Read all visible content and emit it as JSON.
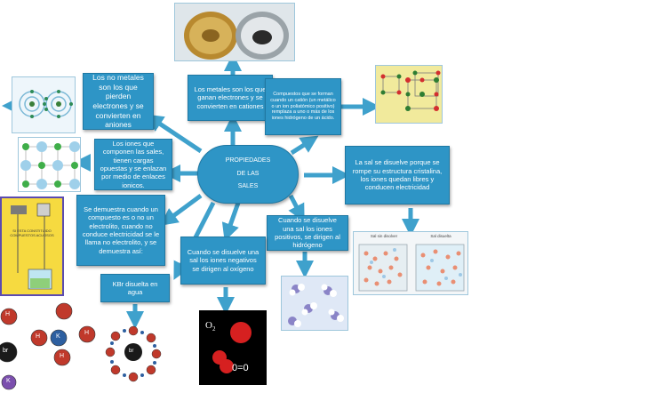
{
  "center": {
    "lines": [
      "PROPIEDADES",
      "DE LAS",
      "SALES"
    ]
  },
  "nodes": {
    "nonmetals": "Los no metales son los que pierden electrones y se convierten en aniones",
    "metals": "Los metales son los que ganan electrones y se convierten en cationes",
    "compounds": "Compuestos que se forman cuando un catión (un metálico o un ion poliatómico positivo) remplaza a uno o más de los iones hidrógeno de un ácido.",
    "ions": "Los iones que componen las sales, tienen cargas opuestas y se enlazan por medio de enlaces ionicos.",
    "dissolve": "La sal se disuelve porque se rompe su estructura cristalina, los iones quedan libres y conducen electricidad",
    "demonstrate": "Se demuestra cuando un compuesto es o no un electrolito, cuando no conduce electricidad se le llama no electrolito, y se demuestra así:",
    "positive_ions": "Cuando se disuelve una sal los iones positivos, se dirigen al hidrógeno",
    "negative_ions": "Cuando se disuelve una sal los iones negativos se dirigen al oxígeno",
    "kbr": "KBr disuelta en agua"
  },
  "images": {
    "beaker_left_label": "Sal sin disolver",
    "beaker_right_label": "Sal disuelta",
    "circuit_label": "SI ESTA CONSTITUIDO COMPUESTOS ACUOSOS",
    "oxygen_label": "0=0",
    "oxygen_formula": "O",
    "oxygen_subscript": "2",
    "kbr_labels": {
      "h": "H",
      "k": "K",
      "br": "br",
      "br2": "br"
    }
  },
  "colors": {
    "box": "#2e95c6",
    "box_border": "#1f78a3",
    "arrow": "#3fa1cc",
    "text": "#ffffff"
  }
}
